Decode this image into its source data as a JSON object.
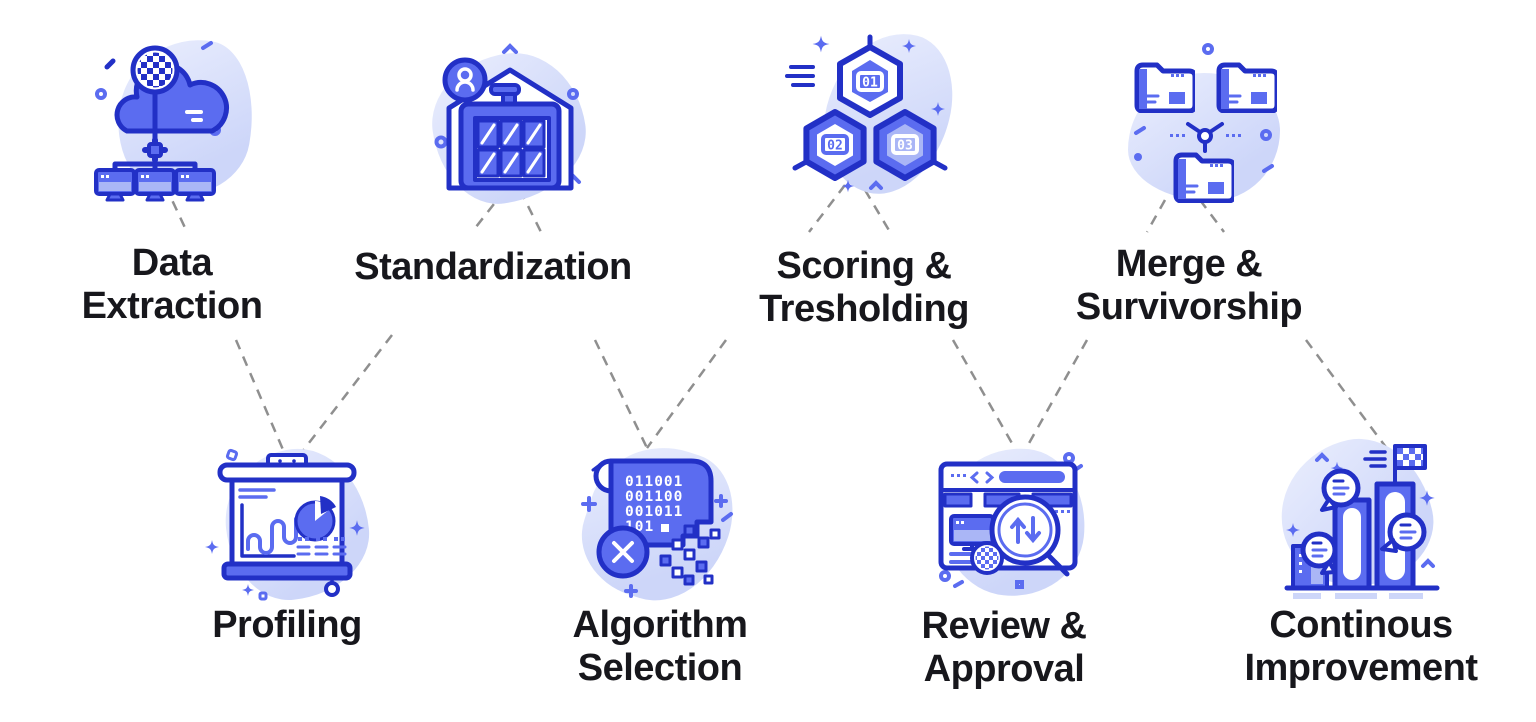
{
  "palette": {
    "ink": "#2230c6",
    "mid": "#5b6cf0",
    "soft": "#aab6f6",
    "blob": "#cdd6f9",
    "blob2": "#e9edfd",
    "text": "#17171c",
    "conn": "#8f8f8f"
  },
  "diagram": {
    "steps": [
      {
        "id": "data-extraction",
        "row": "top",
        "lines": [
          "Data",
          "Extraction"
        ],
        "icon": "cloud-network-icon"
      },
      {
        "id": "standardization",
        "row": "top",
        "lines": [
          "Standardization"
        ],
        "icon": "warehouse-icon"
      },
      {
        "id": "scoring-thresholding",
        "row": "top",
        "lines": [
          "Scoring &",
          "Tresholding"
        ],
        "icon": "hexagon-levels-icon"
      },
      {
        "id": "merge-survivorship",
        "row": "top",
        "lines": [
          "Merge &",
          "Survivorship"
        ],
        "icon": "merge-folders-icon"
      },
      {
        "id": "profiling",
        "row": "bottom",
        "lines": [
          "Profiling"
        ],
        "icon": "presentation-chart-icon"
      },
      {
        "id": "algorithm-selection",
        "row": "bottom",
        "lines": [
          "Algorithm",
          "Selection"
        ],
        "icon": "binary-scroll-icon"
      },
      {
        "id": "review-approval",
        "row": "bottom",
        "lines": [
          "Review &",
          "Approval"
        ],
        "icon": "browser-search-icon"
      },
      {
        "id": "continuous-improvement",
        "row": "bottom",
        "lines": [
          "Continous",
          "Improvement"
        ],
        "icon": "bar-chart-flag-icon"
      }
    ],
    "connections": [
      [
        "data-extraction",
        "profiling"
      ],
      [
        "profiling",
        "standardization"
      ],
      [
        "standardization",
        "algorithm-selection"
      ],
      [
        "algorithm-selection",
        "scoring-thresholding"
      ],
      [
        "scoring-thresholding",
        "review-approval"
      ],
      [
        "review-approval",
        "merge-survivorship"
      ],
      [
        "merge-survivorship",
        "continuous-improvement"
      ]
    ]
  },
  "icon_texts": {
    "hexagons": [
      "01",
      "02",
      "03"
    ],
    "binary_rows": [
      "011001",
      "001100",
      "001011",
      "101"
    ]
  }
}
